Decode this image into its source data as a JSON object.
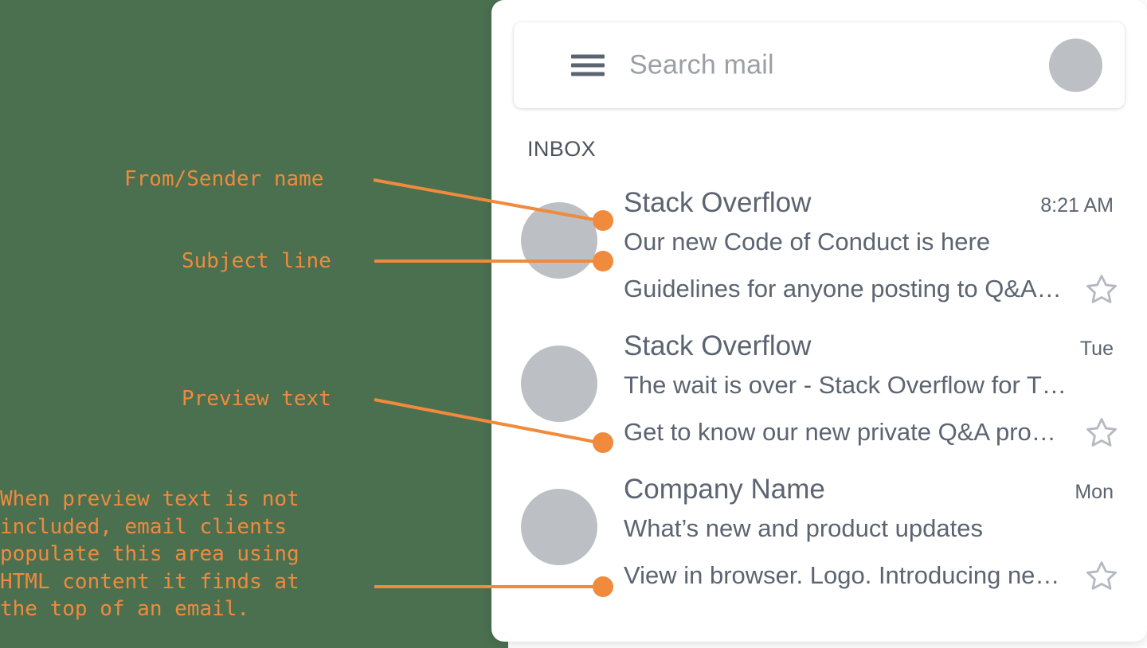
{
  "colors": {
    "backdrop_green": "#4a7050",
    "accent_orange": "#f08a3c",
    "panel_white": "#ffffff",
    "text_gray": "#5b6470",
    "placeholder_gray": "#9aa0a6",
    "avatar_gray": "#bcc0c4"
  },
  "mail_client": {
    "search": {
      "placeholder": "Search mail",
      "menu_icon": "hamburger-icon",
      "avatar_icon": "account-avatar"
    },
    "folder_label": "INBOX",
    "emails": [
      {
        "sender": "Stack Overflow",
        "timestamp": "8:21 AM",
        "subject": "Our new Code of Conduct is here",
        "preview": "Guidelines for anyone posting to Q&A…",
        "star_icon": "star-outline-icon"
      },
      {
        "sender": "Stack Overflow",
        "timestamp": "Tue",
        "subject": "The wait is over - Stack Overflow for T…",
        "preview": "Get to know our new private Q&A pro…",
        "star_icon": "star-outline-icon"
      },
      {
        "sender": "Company Name",
        "timestamp": "Mon",
        "subject": "What’s new and product updates",
        "preview": "View in browser. Logo. Introducing ne…",
        "star_icon": "star-outline-icon"
      }
    ]
  },
  "annotations": {
    "from_sender": "From/Sender name",
    "subject_line": "Subject line",
    "preview_text": "Preview text",
    "paragraph": "When preview text is not\nincluded, email clients\npopulate this area using\nHTML content it finds at\nthe top of an email."
  }
}
